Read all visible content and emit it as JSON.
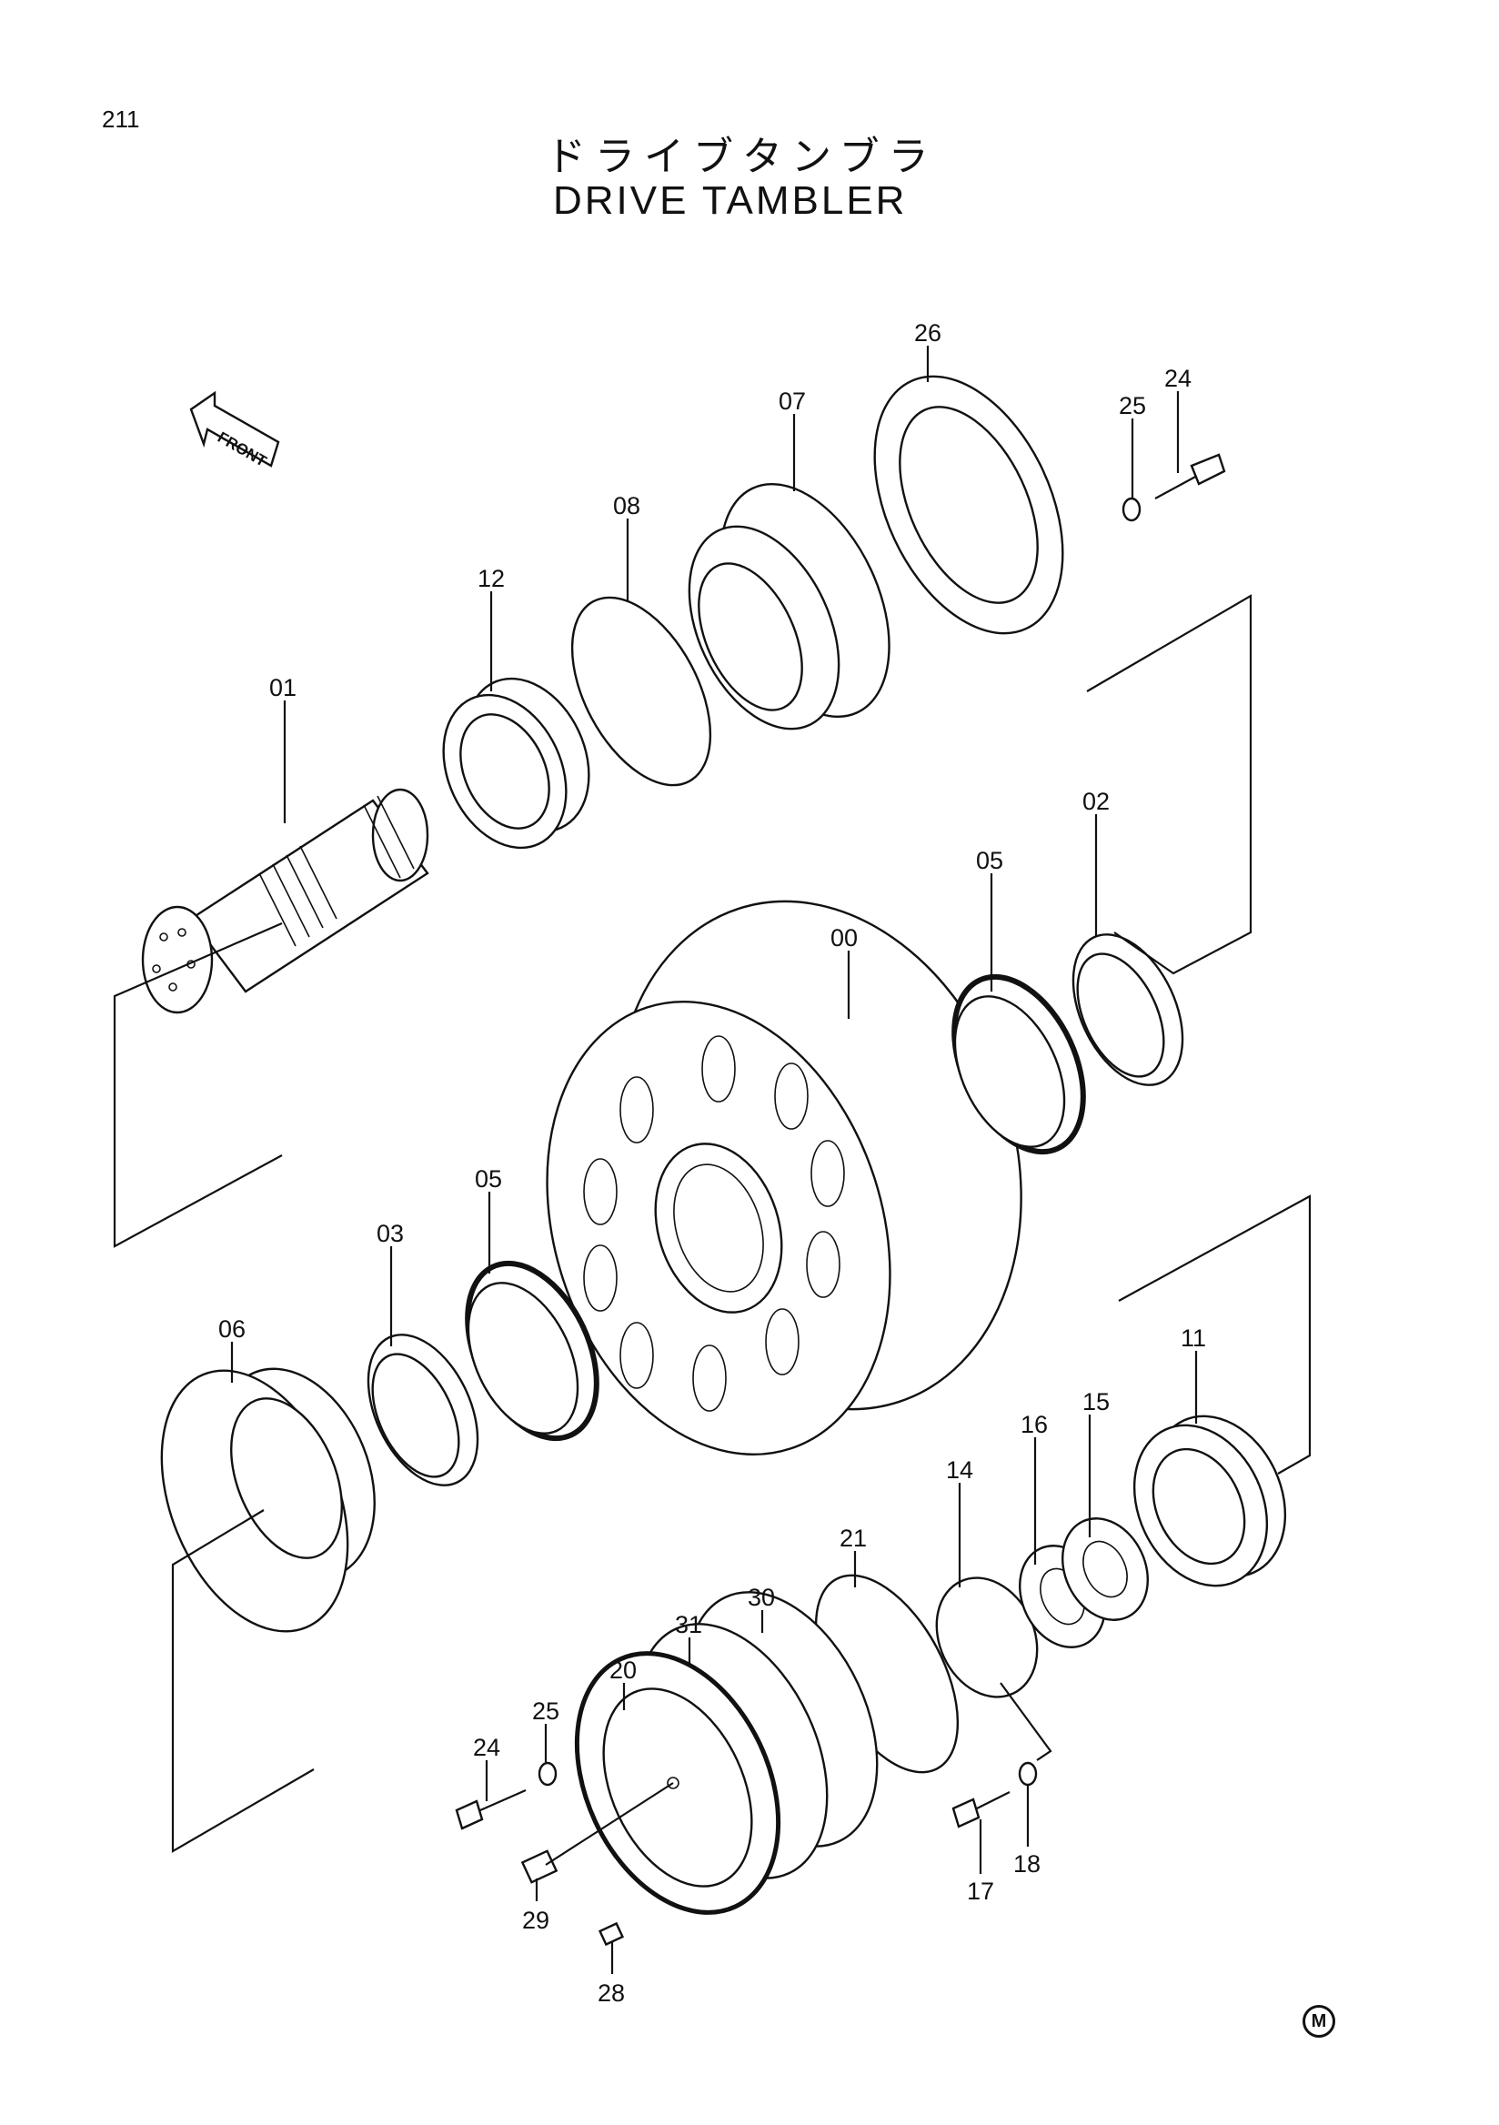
{
  "page_number": "211",
  "title_jp": "ドライブタンブラ",
  "title_en": "DRIVE TAMBLER",
  "front_arrow": "FRONT",
  "maker_mark": "M",
  "labels": [
    "00",
    "01",
    "02",
    "03",
    "05",
    "05",
    "06",
    "07",
    "08",
    "11",
    "12",
    "14",
    "15",
    "16",
    "17",
    "18",
    "20",
    "21",
    "24",
    "24",
    "25",
    "25",
    "26",
    "28",
    "29",
    "30",
    "31"
  ]
}
